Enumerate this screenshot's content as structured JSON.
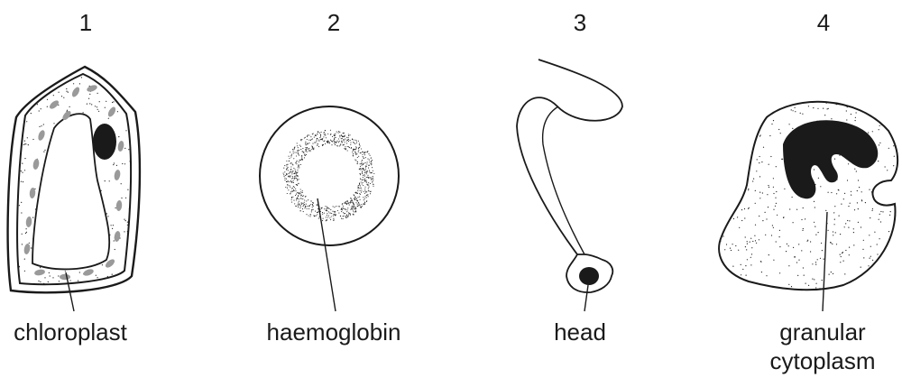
{
  "cells": [
    {
      "number": "1",
      "label_lines": [
        "chloroplast"
      ]
    },
    {
      "number": "2",
      "label_lines": [
        "haemoglobin"
      ]
    },
    {
      "number": "3",
      "label_lines": [
        "head"
      ]
    },
    {
      "number": "4",
      "label_lines": [
        "granular",
        "cytoplasm"
      ]
    }
  ],
  "colors": {
    "line": "#1a1a1a",
    "dark_fill": "#1a1a1a",
    "chloroplast_fill": "#9a9a9a",
    "background": "#ffffff"
  }
}
